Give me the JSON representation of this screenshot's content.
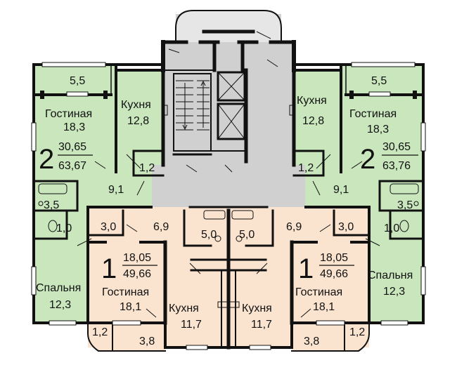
{
  "colors": {
    "green": "#c9e6bd",
    "peach": "#fbe4cf",
    "core": "#d0d0d0",
    "wall": "#111111",
    "window": "#ffffff"
  },
  "apt_left_2": {
    "rooms": "2",
    "living_area": "30,65",
    "total_area": "63,67",
    "balcony": "5,5",
    "living_room": {
      "name": "Гостиная",
      "area": "18,3"
    },
    "kitchen": {
      "name": "Кухня",
      "area": "12,8"
    },
    "hall": "9,1",
    "wc": "1,2",
    "bath": "3,5",
    "toilet": "1,0",
    "bedroom": {
      "name": "Спальня",
      "area": "12,3"
    }
  },
  "apt_right_2": {
    "rooms": "2",
    "living_area": "30,65",
    "total_area": "63,76",
    "balcony": "5,5",
    "living_room": {
      "name": "Гостиная",
      "area": "18,3"
    },
    "kitchen": {
      "name": "Кухня",
      "area": "12,8"
    },
    "hall": "9,1",
    "wc": "1,2",
    "bath": "3,5",
    "toilet": "1,0",
    "bedroom": {
      "name": "Спальня",
      "area": "12,3"
    }
  },
  "apt_left_1": {
    "rooms": "1",
    "living_area": "18,05",
    "total_area": "49,66",
    "bath": "3,0",
    "hall": "6,9",
    "wc": "5,0",
    "living_room": {
      "name": "Гостиная",
      "area": "18,1"
    },
    "kitchen": {
      "name": "Кухня",
      "area": "11,7"
    },
    "loggia": "3,8",
    "balcony_small": "1,2"
  },
  "apt_right_1": {
    "rooms": "1",
    "living_area": "18,05",
    "total_area": "49,66",
    "bath": "3,0",
    "hall": "6,9",
    "wc": "5,0",
    "living_room": {
      "name": "Гостиная",
      "area": "18,1"
    },
    "kitchen": {
      "name": "Кухня",
      "area": "11,7"
    },
    "loggia": "3,8",
    "balcony_small": "1,2"
  }
}
